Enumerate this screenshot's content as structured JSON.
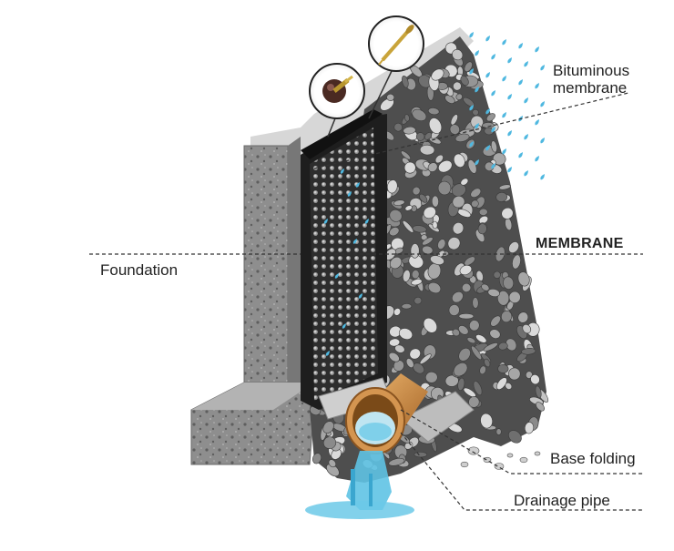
{
  "labels": {
    "bituminous_line1": "Bituminous",
    "bituminous_line2": "membrane",
    "membrane": "MEMBRANE",
    "foundation": "Foundation",
    "base_folding": "Base folding",
    "drainage_pipe": "Drainage pipe"
  },
  "colors": {
    "concrete": "#9a9a9a",
    "membrane_sheet": "#2b2b2b",
    "gravel_dark": "#4a4a4a",
    "pipe_orange": "#c88a3a",
    "water_blue": "#5fc3e4",
    "leader_line": "#333333"
  },
  "icons": [
    "nail-with-head-icon",
    "nail-icon",
    "water-drop-icon"
  ]
}
